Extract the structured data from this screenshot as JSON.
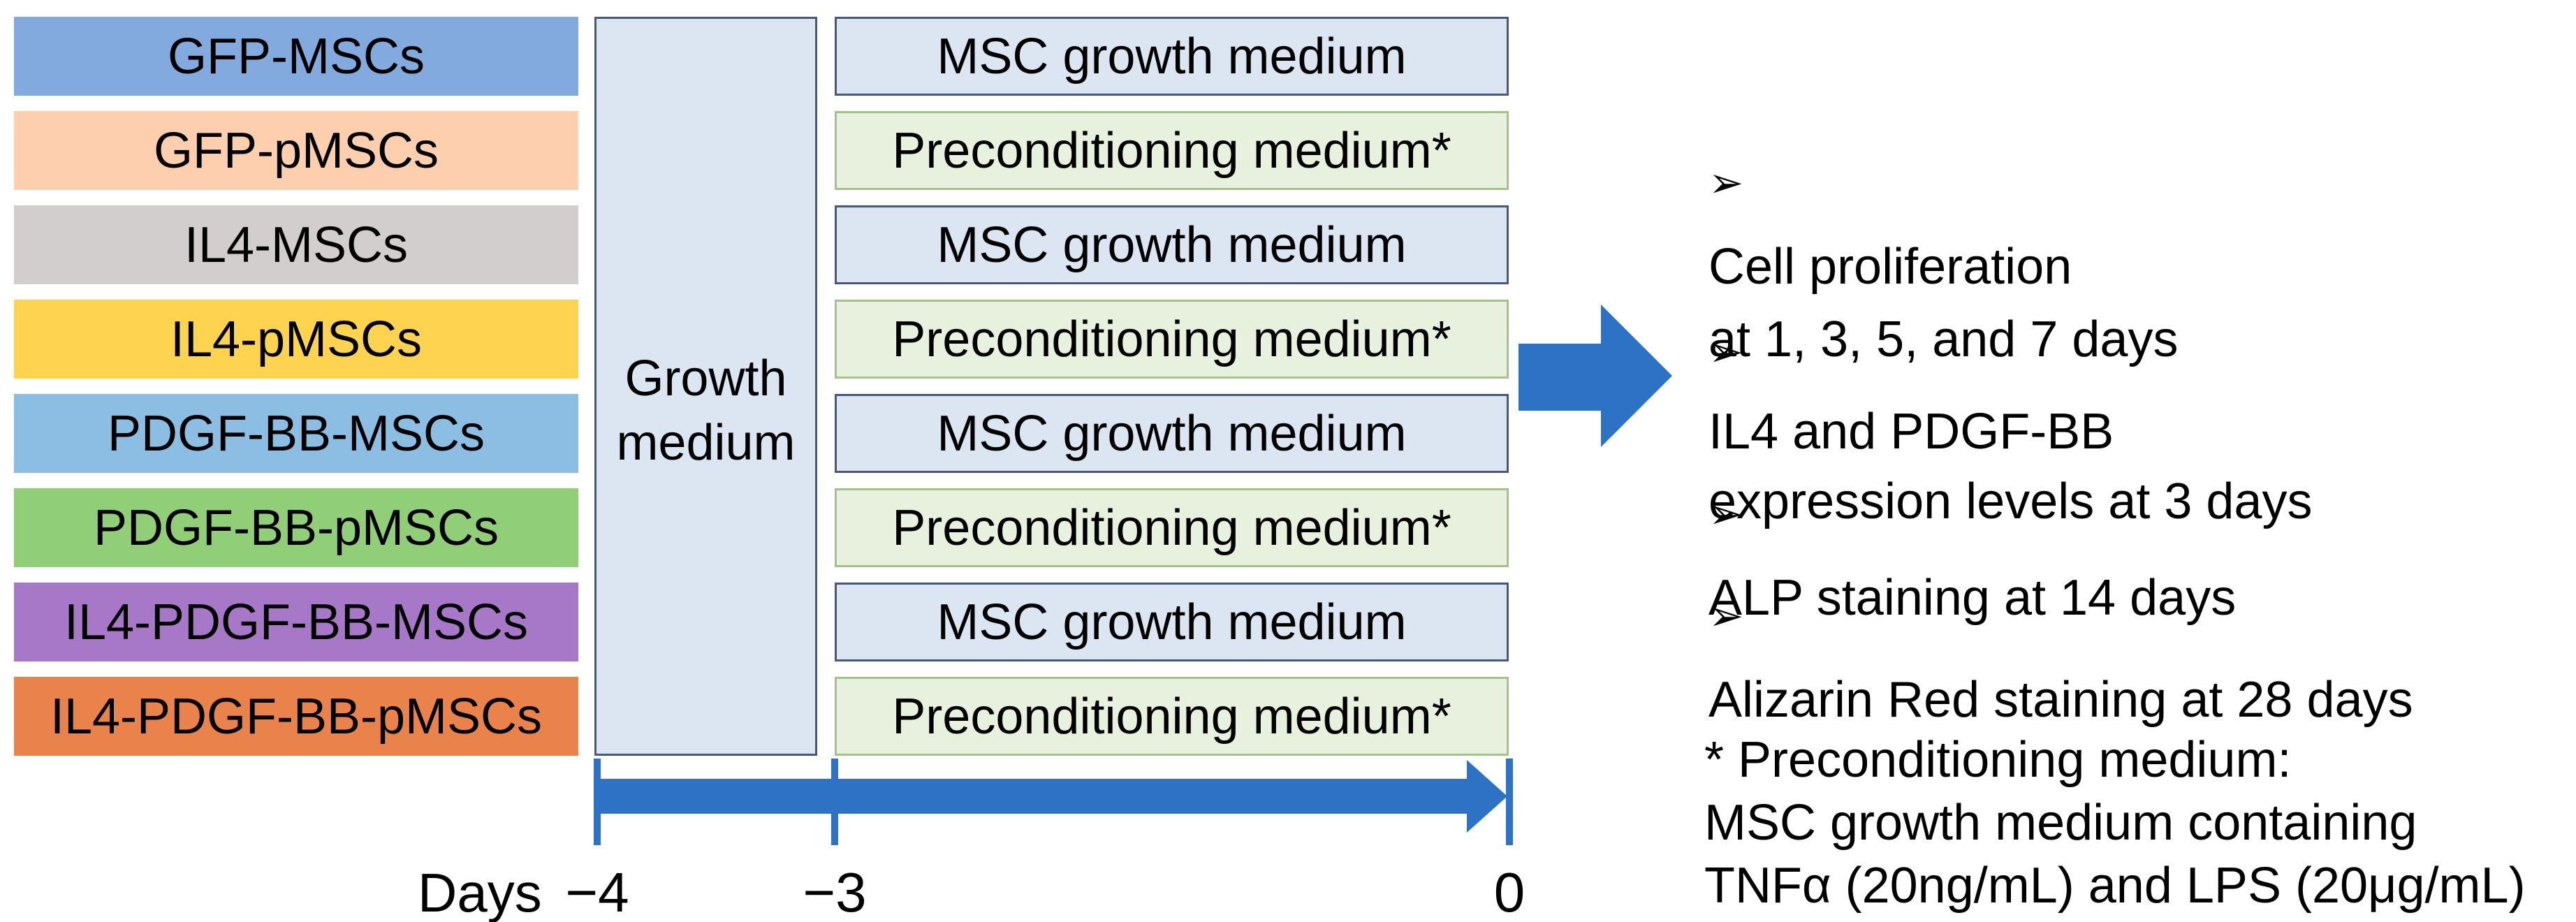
{
  "figure_title": "MSC preconditioning experimental design",
  "cell_types": [
    {
      "label": "GFP-MSCs",
      "color": "#82aade"
    },
    {
      "label": "GFP-pMSCs",
      "color": "#fecfae"
    },
    {
      "label": "IL4-MSCs",
      "color": "#d1cecd"
    },
    {
      "label": "IL4-pMSCs",
      "color": "#fed34f"
    },
    {
      "label": "PDGF-BB-MSCs",
      "color": "#8cbee4"
    },
    {
      "label": "PDGF-BB-pMSCs",
      "color": "#90cf78"
    },
    {
      "label": "IL4-PDGF-BB-MSCs",
      "color": "#a878c8"
    },
    {
      "label": "IL4-PDGF-BB-pMSCs",
      "color": "#e9834b"
    }
  ],
  "growth_column": {
    "label": "Growth medium",
    "fill": "#dce6f2",
    "border": "#46597c"
  },
  "schedule": [
    {
      "label": "MSC growth medium",
      "fill": "#dce6f2",
      "border": "#46597c"
    },
    {
      "label": "Preconditioning medium*",
      "fill": "#e8f1dd",
      "border": "#a4c38b"
    },
    {
      "label": "MSC growth medium",
      "fill": "#dce6f2",
      "border": "#46597c"
    },
    {
      "label": "Preconditioning medium*",
      "fill": "#e8f1dd",
      "border": "#a4c38b"
    },
    {
      "label": "MSC growth medium",
      "fill": "#dce6f2",
      "border": "#46597c"
    },
    {
      "label": "Preconditioning medium*",
      "fill": "#e8f1dd",
      "border": "#a4c38b"
    },
    {
      "label": "MSC growth medium",
      "fill": "#dce6f2",
      "border": "#46597c"
    },
    {
      "label": "Preconditioning medium*",
      "fill": "#e8f1dd",
      "border": "#a4c38b"
    }
  ],
  "big_arrow": {
    "color": "#2e72c5"
  },
  "timeline": {
    "color": "#2e72c5",
    "axis_label": "Days",
    "ticks": [
      {
        "label": "−4"
      },
      {
        "label": "−3"
      },
      {
        "label": "0"
      }
    ]
  },
  "results": {
    "bullet": "➢",
    "items": [
      {
        "lines": [
          "Cell proliferation",
          "at 1, 3, 5, and 7 days"
        ]
      },
      {
        "lines": [
          "IL4 and PDGF-BB",
          "expression levels at 3 days"
        ]
      },
      {
        "lines": [
          "ALP staining at 14 days"
        ]
      },
      {
        "lines": [
          "Alizarin Red staining at 28 days"
        ]
      }
    ]
  },
  "footnote": {
    "lines": [
      "* Preconditioning medium:",
      "MSC growth medium containing",
      "TNFα (20ng/mL) and LPS (20μg/mL)"
    ]
  }
}
